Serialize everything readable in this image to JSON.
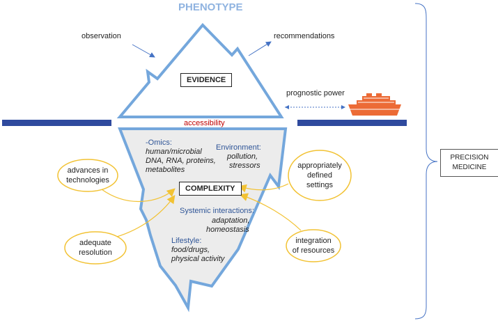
{
  "title": "PHENOTYPE",
  "top": {
    "observation": "observation",
    "recommendations": "recommendations",
    "evidence": "EVIDENCE",
    "prognostic_power": "prognostic power",
    "accessibility": "accessibility"
  },
  "factors": {
    "omics": {
      "heading": "-Omics:",
      "lines": [
        "human/microbial",
        "DNA, RNA, proteins,",
        "metabolites"
      ]
    },
    "environment": {
      "heading": "Environment:",
      "lines": [
        "pollution,",
        "stressors"
      ]
    },
    "systemic": {
      "heading": "Systemic interactions:",
      "lines": [
        "adaptation,",
        "homeostasis"
      ]
    },
    "lifestyle": {
      "heading": "Lifestyle:",
      "lines": [
        "food/drugs,",
        "physical activity"
      ]
    }
  },
  "complexity": "COMPLEXITY",
  "ovals": {
    "advances": [
      "advances in",
      "technologies"
    ],
    "resolution": [
      "adequate",
      "resolution"
    ],
    "settings": [
      "appropriately",
      "defined",
      "settings"
    ],
    "integration": [
      "integration",
      "of resources"
    ]
  },
  "precision_medicine": [
    "PRECISION",
    "MEDICINE"
  ],
  "colors": {
    "ice_outline": "#74a7dc",
    "ice_fill": "#ececec",
    "water": "#2f4a9e",
    "oval": "#f2c233",
    "ship": "#ec6b36",
    "accent_red": "#c00000",
    "factor_blue": "#2f5597"
  }
}
